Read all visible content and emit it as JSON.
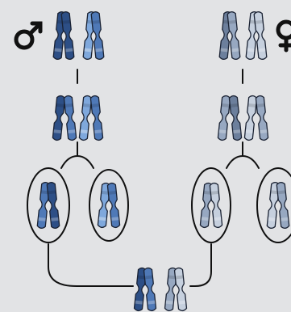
{
  "symbols": {
    "male": {
      "icon": "male-symbol-icon"
    },
    "female": {
      "icon": "female-symbol-icon"
    }
  },
  "palette": {
    "background": "#e2e3e5",
    "outline": "#111111",
    "male_dark": "#2d4f86",
    "male_mid": "#4f79b7",
    "male_light": "#7fa8dc",
    "female_dark": "#6c7f9c",
    "female_mid": "#97a8c1",
    "female_light": "#c6d0de"
  },
  "stages": [
    "parent-chromosomes",
    "replicated-chromosomes",
    "gametes",
    "zygote"
  ]
}
